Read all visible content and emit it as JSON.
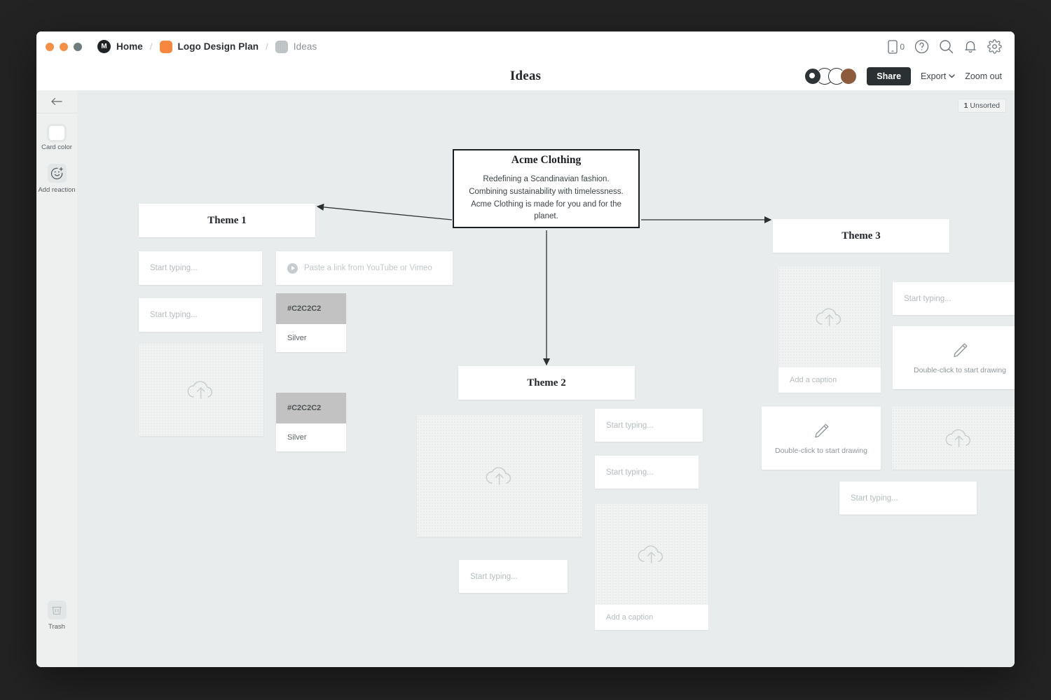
{
  "window": {
    "traffic_lights": [
      "close",
      "minimize",
      "maximize"
    ],
    "breadcrumb": [
      {
        "label": "Home",
        "icon": "milanote-logo-icon"
      },
      {
        "label": "Logo Design Plan",
        "icon": "orange-board-icon"
      },
      {
        "label": "Ideas",
        "icon": "gray-board-icon"
      }
    ],
    "separator": "/",
    "toolbar_icons": [
      "mobile-icon",
      "help-icon",
      "search-icon",
      "bell-icon",
      "gear-icon"
    ],
    "mobile_count": "0"
  },
  "subbar": {
    "canvas_title": "Ideas",
    "share_label": "Share",
    "export_label": "Export",
    "export_caret": "⌄",
    "zoom_label": "Zoom out"
  },
  "rail": {
    "back_icon": "arrow-left-icon",
    "tools": [
      {
        "name": "card-color",
        "label": "Card color",
        "icon": "color-swatch-icon"
      },
      {
        "name": "add-reaction",
        "label": "Add reaction",
        "icon": "emoji-plus-icon"
      }
    ],
    "trash": {
      "label": "Trash",
      "icon": "trash-icon"
    }
  },
  "canvas": {
    "unsorted_count": "1",
    "unsorted_label": "Unsorted",
    "background_color": "#e9eced"
  },
  "root": {
    "title": "Acme Clothing",
    "body": "Redefining a Scandinavian fashion. Combining sustainability with timelessness. Acme Clothing is made for you and for the planet."
  },
  "themes": {
    "theme1": {
      "title": "Theme 1"
    },
    "theme2": {
      "title": "Theme 2"
    },
    "theme3": {
      "title": "Theme 3"
    }
  },
  "placeholders": {
    "start_typing": "Start typing...",
    "paste_link": "Paste a link from YouTube or Vimeo",
    "add_caption": "Add a caption",
    "double_click_draw": "Double-click to start drawing"
  },
  "swatches": [
    {
      "hex": "#C2C2C2",
      "name": "Silver"
    },
    {
      "hex": "#C2C2C2",
      "name": "Silver"
    }
  ]
}
